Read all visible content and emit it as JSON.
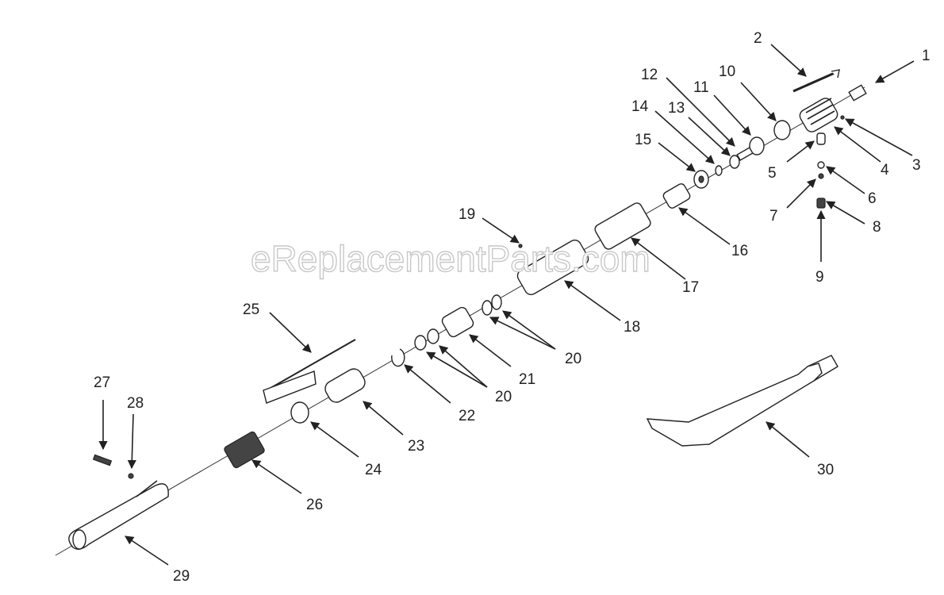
{
  "watermark": "eReplacementParts.com",
  "callouts": [
    {
      "id": "1",
      "label": "1"
    },
    {
      "id": "2",
      "label": "2"
    },
    {
      "id": "3",
      "label": "3"
    },
    {
      "id": "4",
      "label": "4"
    },
    {
      "id": "5",
      "label": "5"
    },
    {
      "id": "6",
      "label": "6"
    },
    {
      "id": "7",
      "label": "7"
    },
    {
      "id": "8",
      "label": "8"
    },
    {
      "id": "9",
      "label": "9"
    },
    {
      "id": "10",
      "label": "10"
    },
    {
      "id": "11",
      "label": "11"
    },
    {
      "id": "12",
      "label": "12"
    },
    {
      "id": "13",
      "label": "13"
    },
    {
      "id": "14",
      "label": "14"
    },
    {
      "id": "15",
      "label": "15"
    },
    {
      "id": "16",
      "label": "16"
    },
    {
      "id": "17",
      "label": "17"
    },
    {
      "id": "18",
      "label": "18"
    },
    {
      "id": "19",
      "label": "19"
    },
    {
      "id": "20a",
      "label": "20"
    },
    {
      "id": "20b",
      "label": "20"
    },
    {
      "id": "21",
      "label": "21"
    },
    {
      "id": "22",
      "label": "22"
    },
    {
      "id": "23",
      "label": "23"
    },
    {
      "id": "24",
      "label": "24"
    },
    {
      "id": "25",
      "label": "25"
    },
    {
      "id": "26",
      "label": "26"
    },
    {
      "id": "27",
      "label": "27"
    },
    {
      "id": "28",
      "label": "28"
    },
    {
      "id": "29",
      "label": "29"
    },
    {
      "id": "30",
      "label": "30"
    }
  ]
}
